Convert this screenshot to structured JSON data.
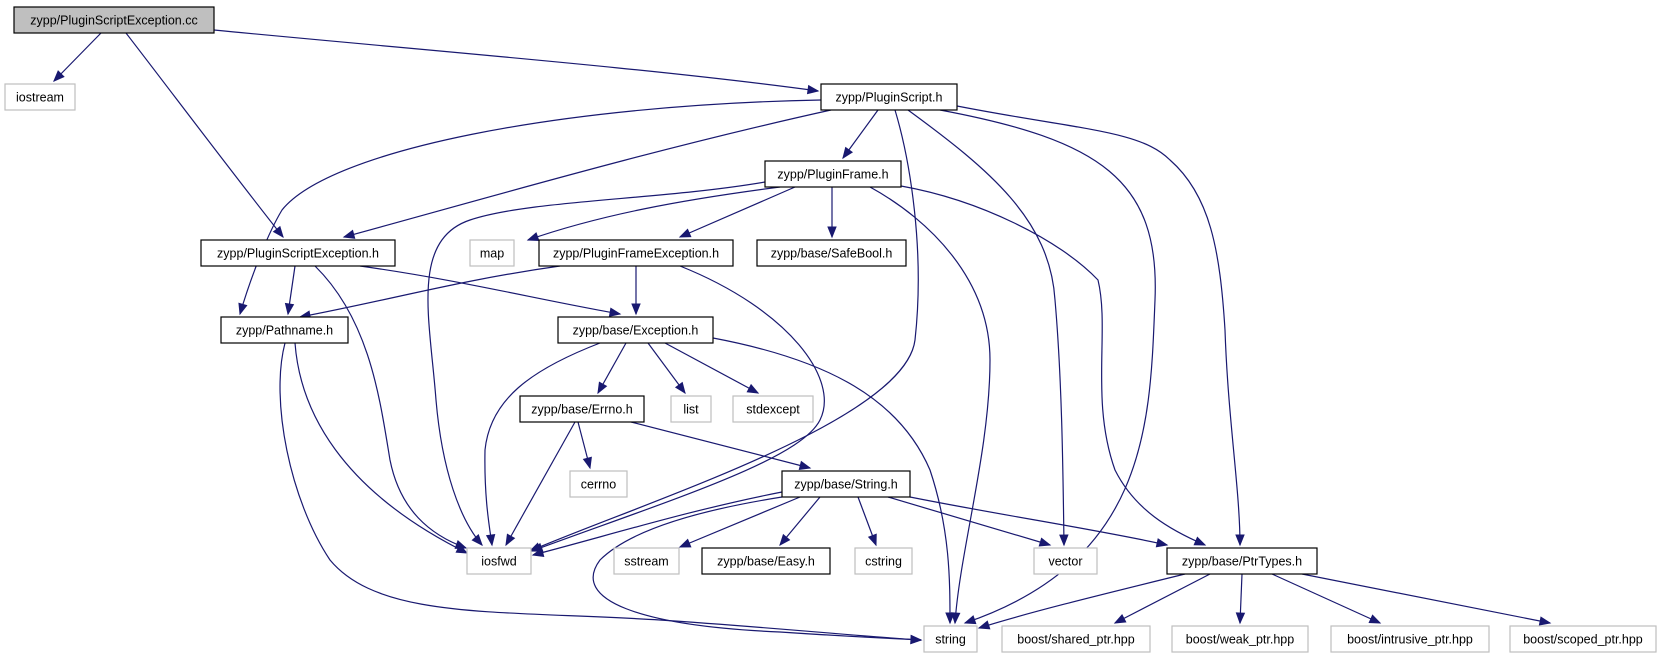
{
  "graph": {
    "colors": {
      "edge": "#191970",
      "box_documented": "#000000",
      "box_external": "#bfbfbf",
      "root_fill": "#bfbfbf"
    },
    "nodes": [
      {
        "id": "root",
        "label": "zypp/PluginScriptException.cc",
        "kind": "root"
      },
      {
        "id": "iostream",
        "label": "iostream",
        "kind": "external"
      },
      {
        "id": "pluginscript_h",
        "label": "zypp/PluginScript.h",
        "kind": "documented"
      },
      {
        "id": "pluginframe_h",
        "label": "zypp/PluginFrame.h",
        "kind": "documented"
      },
      {
        "id": "pluginscriptexception_h",
        "label": "zypp/PluginScriptException.h",
        "kind": "documented"
      },
      {
        "id": "map",
        "label": "map",
        "kind": "external"
      },
      {
        "id": "pluginframeexception_h",
        "label": "zypp/PluginFrameException.h",
        "kind": "documented"
      },
      {
        "id": "safebool_h",
        "label": "zypp/base/SafeBool.h",
        "kind": "documented"
      },
      {
        "id": "pathname_h",
        "label": "zypp/Pathname.h",
        "kind": "documented"
      },
      {
        "id": "exception_h",
        "label": "zypp/base/Exception.h",
        "kind": "documented"
      },
      {
        "id": "errno_h",
        "label": "zypp/base/Errno.h",
        "kind": "documented"
      },
      {
        "id": "list",
        "label": "list",
        "kind": "external"
      },
      {
        "id": "stdexcept",
        "label": "stdexcept",
        "kind": "external"
      },
      {
        "id": "cerrno",
        "label": "cerrno",
        "kind": "external"
      },
      {
        "id": "string_h",
        "label": "zypp/base/String.h",
        "kind": "documented"
      },
      {
        "id": "iosfwd",
        "label": "iosfwd",
        "kind": "external"
      },
      {
        "id": "sstream",
        "label": "sstream",
        "kind": "external"
      },
      {
        "id": "easy_h",
        "label": "zypp/base/Easy.h",
        "kind": "documented"
      },
      {
        "id": "cstring",
        "label": "cstring",
        "kind": "external"
      },
      {
        "id": "vector",
        "label": "vector",
        "kind": "external"
      },
      {
        "id": "ptrtypes_h",
        "label": "zypp/base/PtrTypes.h",
        "kind": "documented"
      },
      {
        "id": "string",
        "label": "string",
        "kind": "external"
      },
      {
        "id": "shared_ptr",
        "label": "boost/shared_ptr.hpp",
        "kind": "external"
      },
      {
        "id": "weak_ptr",
        "label": "boost/weak_ptr.hpp",
        "kind": "external"
      },
      {
        "id": "intrusive_ptr",
        "label": "boost/intrusive_ptr.hpp",
        "kind": "external"
      },
      {
        "id": "scoped_ptr",
        "label": "boost/scoped_ptr.hpp",
        "kind": "external"
      }
    ],
    "edges": [
      {
        "from": "root",
        "to": "iostream"
      },
      {
        "from": "root",
        "to": "pluginscriptexception_h"
      },
      {
        "from": "root",
        "to": "pluginscript_h"
      },
      {
        "from": "pluginscript_h",
        "to": "pluginframe_h"
      },
      {
        "from": "pluginscript_h",
        "to": "pluginscriptexception_h"
      },
      {
        "from": "pluginscript_h",
        "to": "pathname_h"
      },
      {
        "from": "pluginscript_h",
        "to": "iosfwd"
      },
      {
        "from": "pluginscript_h",
        "to": "vector"
      },
      {
        "from": "pluginscript_h",
        "to": "string"
      },
      {
        "from": "pluginscript_h",
        "to": "ptrtypes_h"
      },
      {
        "from": "pluginframe_h",
        "to": "iosfwd"
      },
      {
        "from": "pluginframe_h",
        "to": "map"
      },
      {
        "from": "pluginframe_h",
        "to": "pluginframeexception_h"
      },
      {
        "from": "pluginframe_h",
        "to": "safebool_h"
      },
      {
        "from": "pluginframe_h",
        "to": "string"
      },
      {
        "from": "pluginframe_h",
        "to": "ptrtypes_h"
      },
      {
        "from": "pluginscriptexception_h",
        "to": "pathname_h"
      },
      {
        "from": "pluginscriptexception_h",
        "to": "iosfwd"
      },
      {
        "from": "pluginscriptexception_h",
        "to": "exception_h"
      },
      {
        "from": "pluginframeexception_h",
        "to": "pathname_h"
      },
      {
        "from": "pluginframeexception_h",
        "to": "exception_h"
      },
      {
        "from": "pluginframeexception_h",
        "to": "iosfwd"
      },
      {
        "from": "pathname_h",
        "to": "iosfwd"
      },
      {
        "from": "pathname_h",
        "to": "string"
      },
      {
        "from": "exception_h",
        "to": "iosfwd"
      },
      {
        "from": "exception_h",
        "to": "errno_h"
      },
      {
        "from": "exception_h",
        "to": "list"
      },
      {
        "from": "exception_h",
        "to": "stdexcept"
      },
      {
        "from": "exception_h",
        "to": "string"
      },
      {
        "from": "errno_h",
        "to": "cerrno"
      },
      {
        "from": "errno_h",
        "to": "iosfwd"
      },
      {
        "from": "errno_h",
        "to": "string_h"
      },
      {
        "from": "string_h",
        "to": "iosfwd"
      },
      {
        "from": "string_h",
        "to": "string"
      },
      {
        "from": "string_h",
        "to": "sstream"
      },
      {
        "from": "string_h",
        "to": "easy_h"
      },
      {
        "from": "string_h",
        "to": "cstring"
      },
      {
        "from": "string_h",
        "to": "vector"
      },
      {
        "from": "string_h",
        "to": "ptrtypes_h"
      },
      {
        "from": "ptrtypes_h",
        "to": "string"
      },
      {
        "from": "ptrtypes_h",
        "to": "shared_ptr"
      },
      {
        "from": "ptrtypes_h",
        "to": "weak_ptr"
      },
      {
        "from": "ptrtypes_h",
        "to": "intrusive_ptr"
      },
      {
        "from": "ptrtypes_h",
        "to": "scoped_ptr"
      }
    ]
  }
}
